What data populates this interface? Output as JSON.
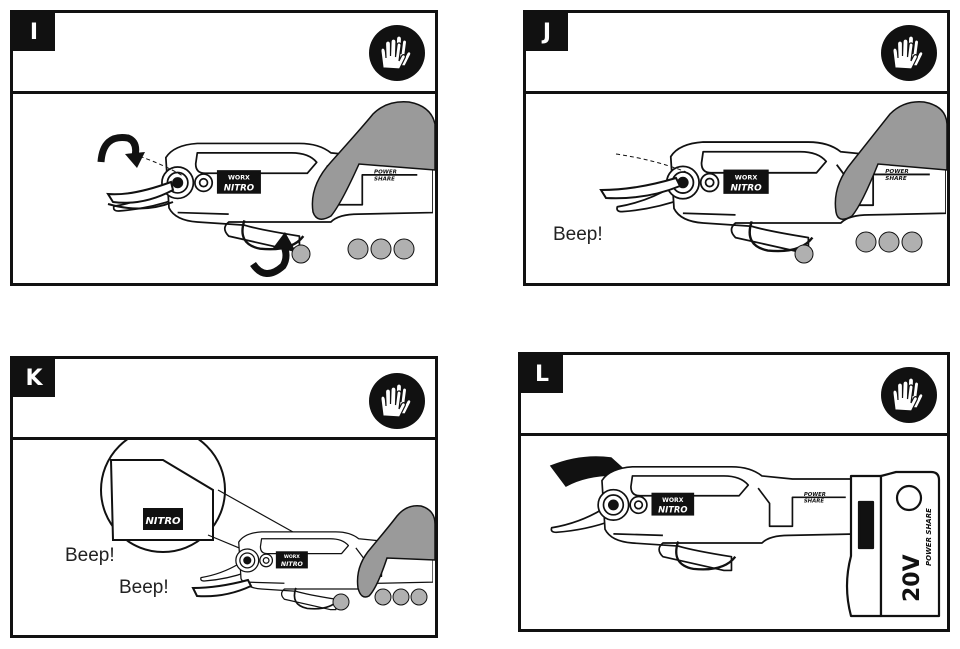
{
  "panels": [
    {
      "id": "I",
      "label": "I",
      "icon": "gloves-icon"
    },
    {
      "id": "J",
      "label": "J",
      "icon": "gloves-icon",
      "sound": "Beep!"
    },
    {
      "id": "K",
      "label": "K",
      "icon": "gloves-icon",
      "sounds": [
        "Beep!",
        "Beep!"
      ]
    },
    {
      "id": "L",
      "label": "L",
      "icon": "gloves-icon"
    }
  ],
  "tool": {
    "brand": "WORX",
    "model": "NITRO",
    "badge": "POWER SHARE",
    "battery": "20V",
    "battery_badge": "POWER SHARE"
  },
  "colors": {
    "ink": "#111111",
    "finger": "#9a9a9a",
    "buttons": "#b0b0b0"
  }
}
